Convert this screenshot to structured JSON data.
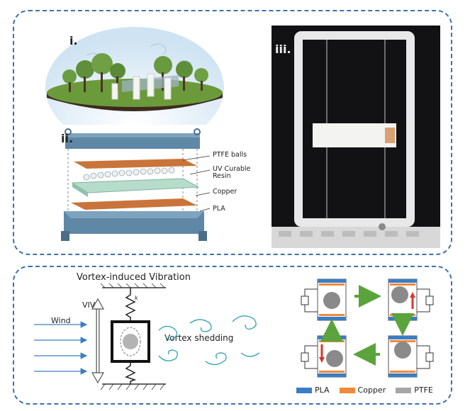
{
  "panel_i": {
    "label": "i."
  },
  "panel_ii": {
    "label": "ii.",
    "layers": [
      {
        "name": "PTFE balls"
      },
      {
        "name": "UV Curable Resin"
      },
      {
        "name": "Copper"
      },
      {
        "name": "PLA"
      }
    ]
  },
  "panel_iii": {
    "label": "iii."
  },
  "viv": {
    "title": "Vortex-induced Vibration",
    "viv_label": "VIV",
    "wind_label": "Wind",
    "shedding_label": "Vortex shedding",
    "spring_mark": "k"
  },
  "legend": [
    {
      "name": "PLA",
      "color": "#3b7dc4"
    },
    {
      "name": "Copper",
      "color": "#f08a3a"
    },
    {
      "name": "PTFE",
      "color": "#a6a6a6"
    }
  ],
  "colors": {
    "border": "#3f72a8",
    "arrow_green": "#5aa33d",
    "wind": "#3b7dc4",
    "vortex": "#3aa6b8",
    "red": "#d9362b"
  }
}
